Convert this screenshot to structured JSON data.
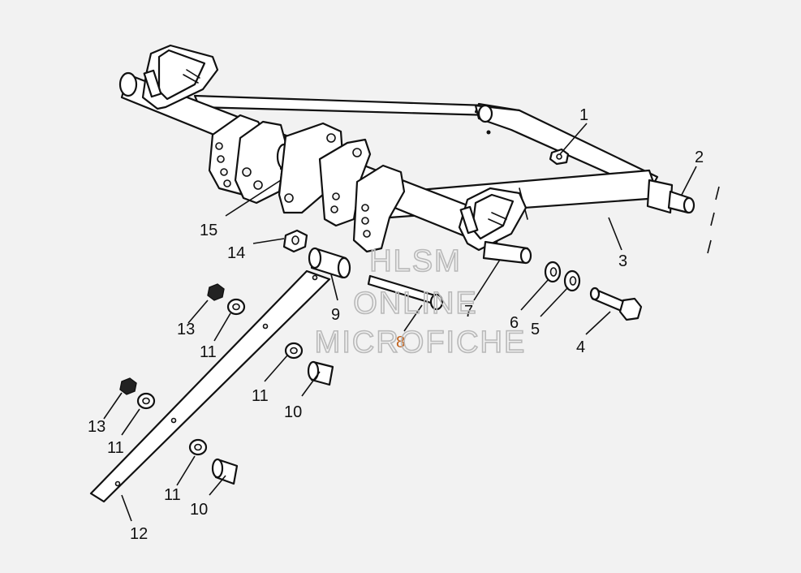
{
  "diagram": {
    "type": "exploded-parts-view",
    "callouts": [
      {
        "id": "c1",
        "label": "1"
      },
      {
        "id": "c2",
        "label": "2"
      },
      {
        "id": "c3",
        "label": "3"
      },
      {
        "id": "c4",
        "label": "4"
      },
      {
        "id": "c5",
        "label": "5"
      },
      {
        "id": "c6",
        "label": "6"
      },
      {
        "id": "c7",
        "label": "7"
      },
      {
        "id": "c8",
        "label": "8"
      },
      {
        "id": "c9",
        "label": "9"
      },
      {
        "id": "c10a",
        "label": "10"
      },
      {
        "id": "c10b",
        "label": "10"
      },
      {
        "id": "c11a",
        "label": "11"
      },
      {
        "id": "c11b",
        "label": "11"
      },
      {
        "id": "c11c",
        "label": "11"
      },
      {
        "id": "c11d",
        "label": "11"
      },
      {
        "id": "c12",
        "label": "12"
      },
      {
        "id": "c13a",
        "label": "13"
      },
      {
        "id": "c13b",
        "label": "13"
      },
      {
        "id": "c14",
        "label": "14"
      },
      {
        "id": "c15",
        "label": "15"
      }
    ],
    "highlighted_callout": "8",
    "colors": {
      "background": "#f2f2f2",
      "line": "#111111",
      "highlight": "#c0601a",
      "watermark": "#b9b9b9"
    }
  },
  "watermark": {
    "line1": "HLSM",
    "line2": "ONLINE",
    "line3": "MICROFICHE"
  }
}
